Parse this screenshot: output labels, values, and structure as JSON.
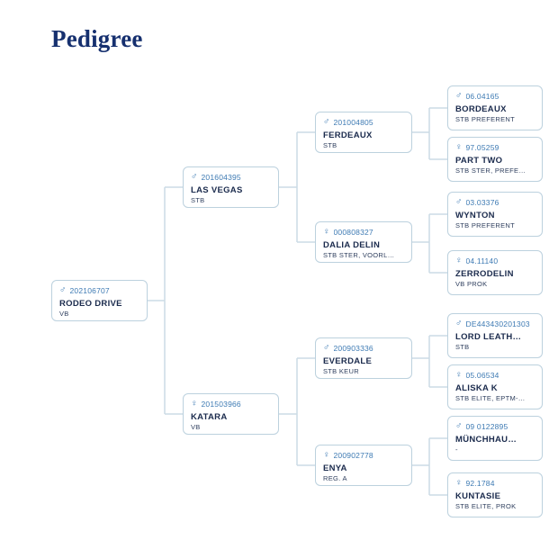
{
  "page": {
    "title": "Pedigree"
  },
  "colors": {
    "title": "#16306f",
    "accent_blue": "#3d7ab3",
    "name_navy": "#1b2b4d",
    "card_border": "#bcd1de",
    "connector": "#ccdbe5"
  },
  "icons": {
    "male": "♂",
    "female": "♀"
  },
  "nodes": {
    "rodeo": {
      "gender": "male",
      "reg": "202106707",
      "name": "RODEO DRIVE",
      "info": "VB"
    },
    "lasvegas": {
      "gender": "male",
      "reg": "201604395",
      "name": "LAS VEGAS",
      "info": "STB"
    },
    "katara": {
      "gender": "female",
      "reg": "201503966",
      "name": "KATARA",
      "info": "VB"
    },
    "ferdeaux": {
      "gender": "male",
      "reg": "201004805",
      "name": "FERDEAUX",
      "info": "STB"
    },
    "dalia": {
      "gender": "female",
      "reg": "000808327",
      "name": "DALIA DELIN",
      "info": "STB STER, VOORL…"
    },
    "everdale": {
      "gender": "male",
      "reg": "200903336",
      "name": "EVERDALE",
      "info": "STB KEUR"
    },
    "enya": {
      "gender": "female",
      "reg": "200902778",
      "name": "ENYA",
      "info": "REG. A"
    },
    "bordeaux": {
      "gender": "male",
      "reg": "06.04165",
      "name": "BORDEAUX",
      "info": "STB PREFERENT"
    },
    "parttwo": {
      "gender": "female",
      "reg": "97.05259",
      "name": "PART TWO",
      "info": "STB STER, PREFE…"
    },
    "wynton": {
      "gender": "male",
      "reg": "03.03376",
      "name": "WYNTON",
      "info": "STB PREFERENT"
    },
    "zerrodelin": {
      "gender": "female",
      "reg": "04.11140",
      "name": "ZERRODELIN",
      "info": "VB PROK"
    },
    "lord": {
      "gender": "male",
      "reg": "DE443430201303",
      "name": "LORD LEATH…",
      "info": "STB"
    },
    "aliska": {
      "gender": "female",
      "reg": "05.06534",
      "name": "ALISKA K",
      "info": "STB ELITE, EPTM-…"
    },
    "munch": {
      "gender": "male",
      "reg": "09 0122895",
      "name": "MÜNCHHAU…",
      "info": "-"
    },
    "kuntasie": {
      "gender": "female",
      "reg": "92.1784",
      "name": "KUNTASIE",
      "info": "STB ELITE, PROK"
    }
  }
}
